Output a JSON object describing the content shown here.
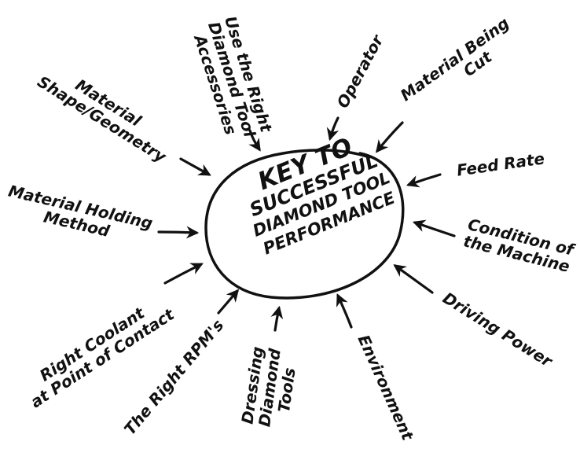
{
  "center": {
    "lines": [
      "KEY TO",
      "SUCCESSFUL",
      "DIAMOND TOOL",
      "PERFORMANCE"
    ]
  },
  "factors": [
    {
      "id": "accessories",
      "lines": [
        "Use the Right",
        "Diamond Tool",
        "Accessories"
      ]
    },
    {
      "id": "operator",
      "lines": [
        "Operator"
      ]
    },
    {
      "id": "material-cut",
      "lines": [
        "Material Being",
        "Cut"
      ]
    },
    {
      "id": "feed-rate",
      "lines": [
        "Feed Rate"
      ]
    },
    {
      "id": "machine",
      "lines": [
        "Condition of",
        "the Machine"
      ]
    },
    {
      "id": "driving-power",
      "lines": [
        "Driving Power"
      ]
    },
    {
      "id": "environment",
      "lines": [
        "Environment"
      ]
    },
    {
      "id": "dressing",
      "lines": [
        "Dressing",
        "Diamond",
        "Tools"
      ]
    },
    {
      "id": "rpm",
      "lines": [
        "The Right RPM's"
      ]
    },
    {
      "id": "coolant",
      "lines": [
        "Right Coolant",
        "at Point of Contact"
      ]
    },
    {
      "id": "holding",
      "lines": [
        "Material Holding",
        "Method"
      ]
    },
    {
      "id": "geometry",
      "lines": [
        "Material",
        "Shape/Geometry"
      ]
    }
  ],
  "colors": {
    "ink": "#111111",
    "background": "#ffffff"
  }
}
